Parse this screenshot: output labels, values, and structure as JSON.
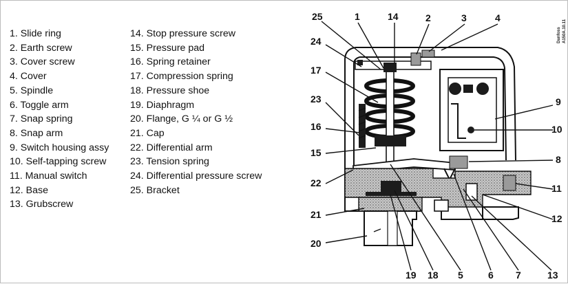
{
  "legend": {
    "left": [
      "1. Slide ring",
      "2. Earth screw",
      "3. Cover screw",
      "4. Cover",
      "5. Spindle",
      "6. Toggle arm",
      "7. Snap spring",
      "8. Snap arm",
      "9. Switch housing assy",
      "10. Self-tapping screw",
      "11. Manual switch",
      "12. Base",
      "13. Grubscrew"
    ],
    "right": [
      "14. Stop pressure screw",
      "15. Pressure pad",
      "16. Spring retainer",
      "17. Compression spring",
      "18. Pressure shoe",
      "19. Diaphragm",
      "20. Flange, G ¼ or G ½",
      "21. Cap",
      "22. Differential arm",
      "23. Tension spring",
      "24. Differential pressure screw",
      "25. Bracket"
    ]
  },
  "diagram": {
    "drawing_code_1": "Danfoss",
    "drawing_code_2": "A150A.10.11",
    "callouts": {
      "c1": "1",
      "c2": "2",
      "c3": "3",
      "c4": "4",
      "c5": "5",
      "c6": "6",
      "c7": "7",
      "c8": "8",
      "c9": "9",
      "c10": "10",
      "c11": "11",
      "c12": "12",
      "c13": "13",
      "c14": "14",
      "c15": "15",
      "c16": "16",
      "c17": "17",
      "c18": "18",
      "c19": "19",
      "c20": "20",
      "c21": "21",
      "c22": "22",
      "c23": "23",
      "c24": "24",
      "c25": "25"
    }
  }
}
